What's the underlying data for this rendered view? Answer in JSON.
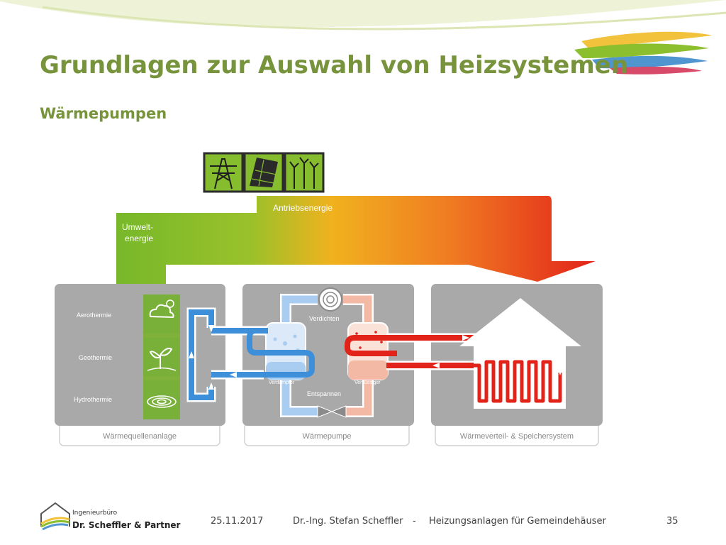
{
  "slide": {
    "title": "Grundlagen zur Auswahl von Heizsystemen",
    "subtitle": "Wärmepumpen"
  },
  "diagram": {
    "arrow_labels": {
      "drive_energy": "Antriebsenergie",
      "ambient_energy_line1": "Umwelt-",
      "ambient_energy_line2": "energie"
    },
    "source": {
      "caption": "Wärmequellenanlage",
      "items": [
        {
          "label": "Aerothermie",
          "icon": "cloud-sun-icon"
        },
        {
          "label": "Geothermie",
          "icon": "plant-icon"
        },
        {
          "label": "Hydrothermie",
          "icon": "water-swirl-icon"
        }
      ]
    },
    "heat_pump": {
      "caption": "Wärmepumpe",
      "compressor": "Verdichten",
      "evaporator": "Verdampfer",
      "condenser": "Verflüssiger",
      "expansion": "Entspannen"
    },
    "distribution": {
      "caption": "Wärmeverteil- & Speichersystem"
    },
    "energy_icons": [
      "power-pylon-icon",
      "solar-panel-icon",
      "wind-turbine-icon"
    ],
    "colors": {
      "green": "#77b82a",
      "orange": "#f39a1e",
      "red": "#e2231a",
      "blue": "#3c8fd8",
      "light_blue": "#a9cdf0",
      "pink": "#f4b9a4",
      "panel_gray": "#a9a9a9"
    }
  },
  "footer": {
    "logo_line1": "Ingenieurbüro",
    "logo_line2": "Dr. Scheffler & Partner",
    "date": "25.11.2017",
    "author": "Dr.-Ing. Stefan Scheffler",
    "separator": "-",
    "topic": "Heizungsanlagen für Gemeindehäuser",
    "page": "35"
  }
}
